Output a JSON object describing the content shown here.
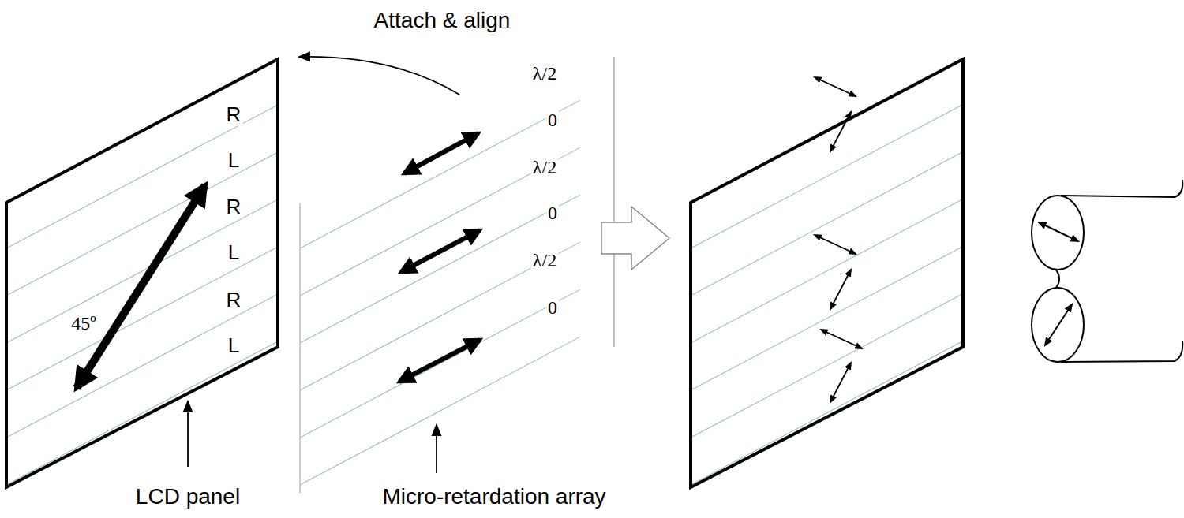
{
  "diagram": {
    "labels": [
      "Attach & align",
      "R",
      "L",
      "R",
      "L",
      "R",
      "L",
      "45º",
      "λ/2",
      "0",
      "λ/2",
      "0",
      "λ/2",
      "0",
      "LCD panel",
      "Micro-retardation array"
    ]
  }
}
